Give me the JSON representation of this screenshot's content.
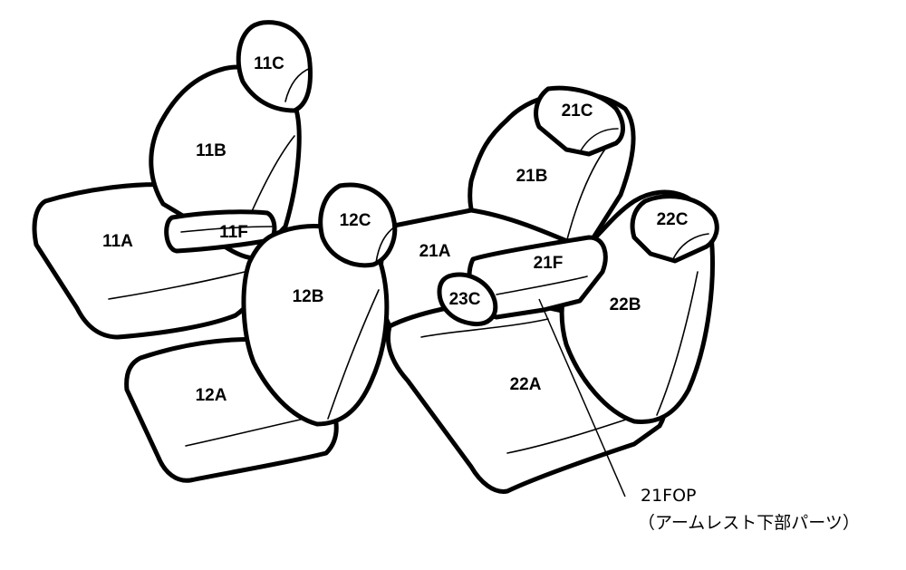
{
  "parts": {
    "p11A": "11A",
    "p11B": "11B",
    "p11C": "11C",
    "p11F": "11F",
    "p12A": "12A",
    "p12B": "12B",
    "p12C": "12C",
    "p21A": "21A",
    "p21B": "21B",
    "p21C": "21C",
    "p21F": "21F",
    "p22A": "22A",
    "p22B": "22B",
    "p22C": "22C",
    "p23C": "23C"
  },
  "callout": {
    "code": "21FOP",
    "description": "（アームレスト下部パーツ）"
  }
}
